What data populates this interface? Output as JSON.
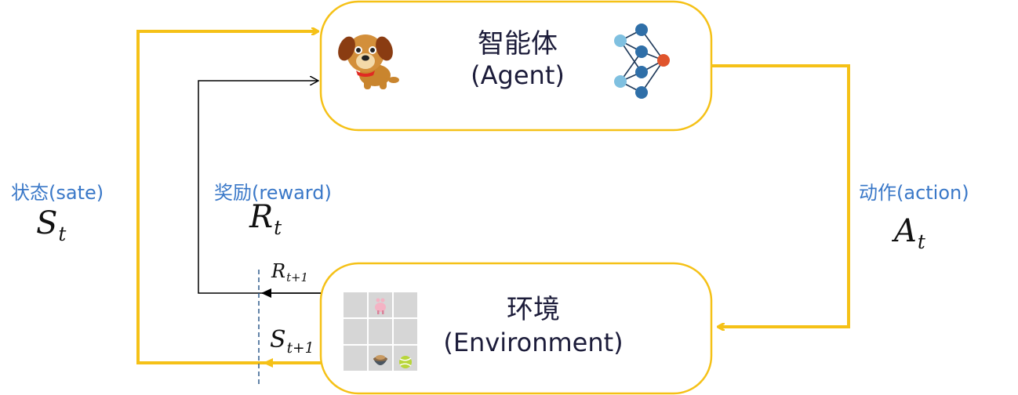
{
  "agent": {
    "title_cn": "智能体",
    "title_en": "(Agent)"
  },
  "environment": {
    "title_cn": "环境",
    "title_en": "(Environment)"
  },
  "labels": {
    "state": "状态(sate)",
    "reward": "奖励(reward)",
    "action": "动作(action)"
  },
  "symbols": {
    "state": {
      "base": "S",
      "sub": "t"
    },
    "reward": {
      "base": "R",
      "sub": "t"
    },
    "action": {
      "base": "A",
      "sub": "t"
    },
    "next_reward": {
      "base": "R",
      "sub": "t+1"
    },
    "next_state": {
      "base": "S",
      "sub": "t+1"
    }
  },
  "colors": {
    "accent": "#f5c117",
    "label_blue": "#3a78c8",
    "grid_cell": "#d6d6d6",
    "dashed_line": "#2e5a8c",
    "network_light": "#7fc0e0",
    "network_dark": "#2f6fa8",
    "network_output": "#e0542c"
  }
}
